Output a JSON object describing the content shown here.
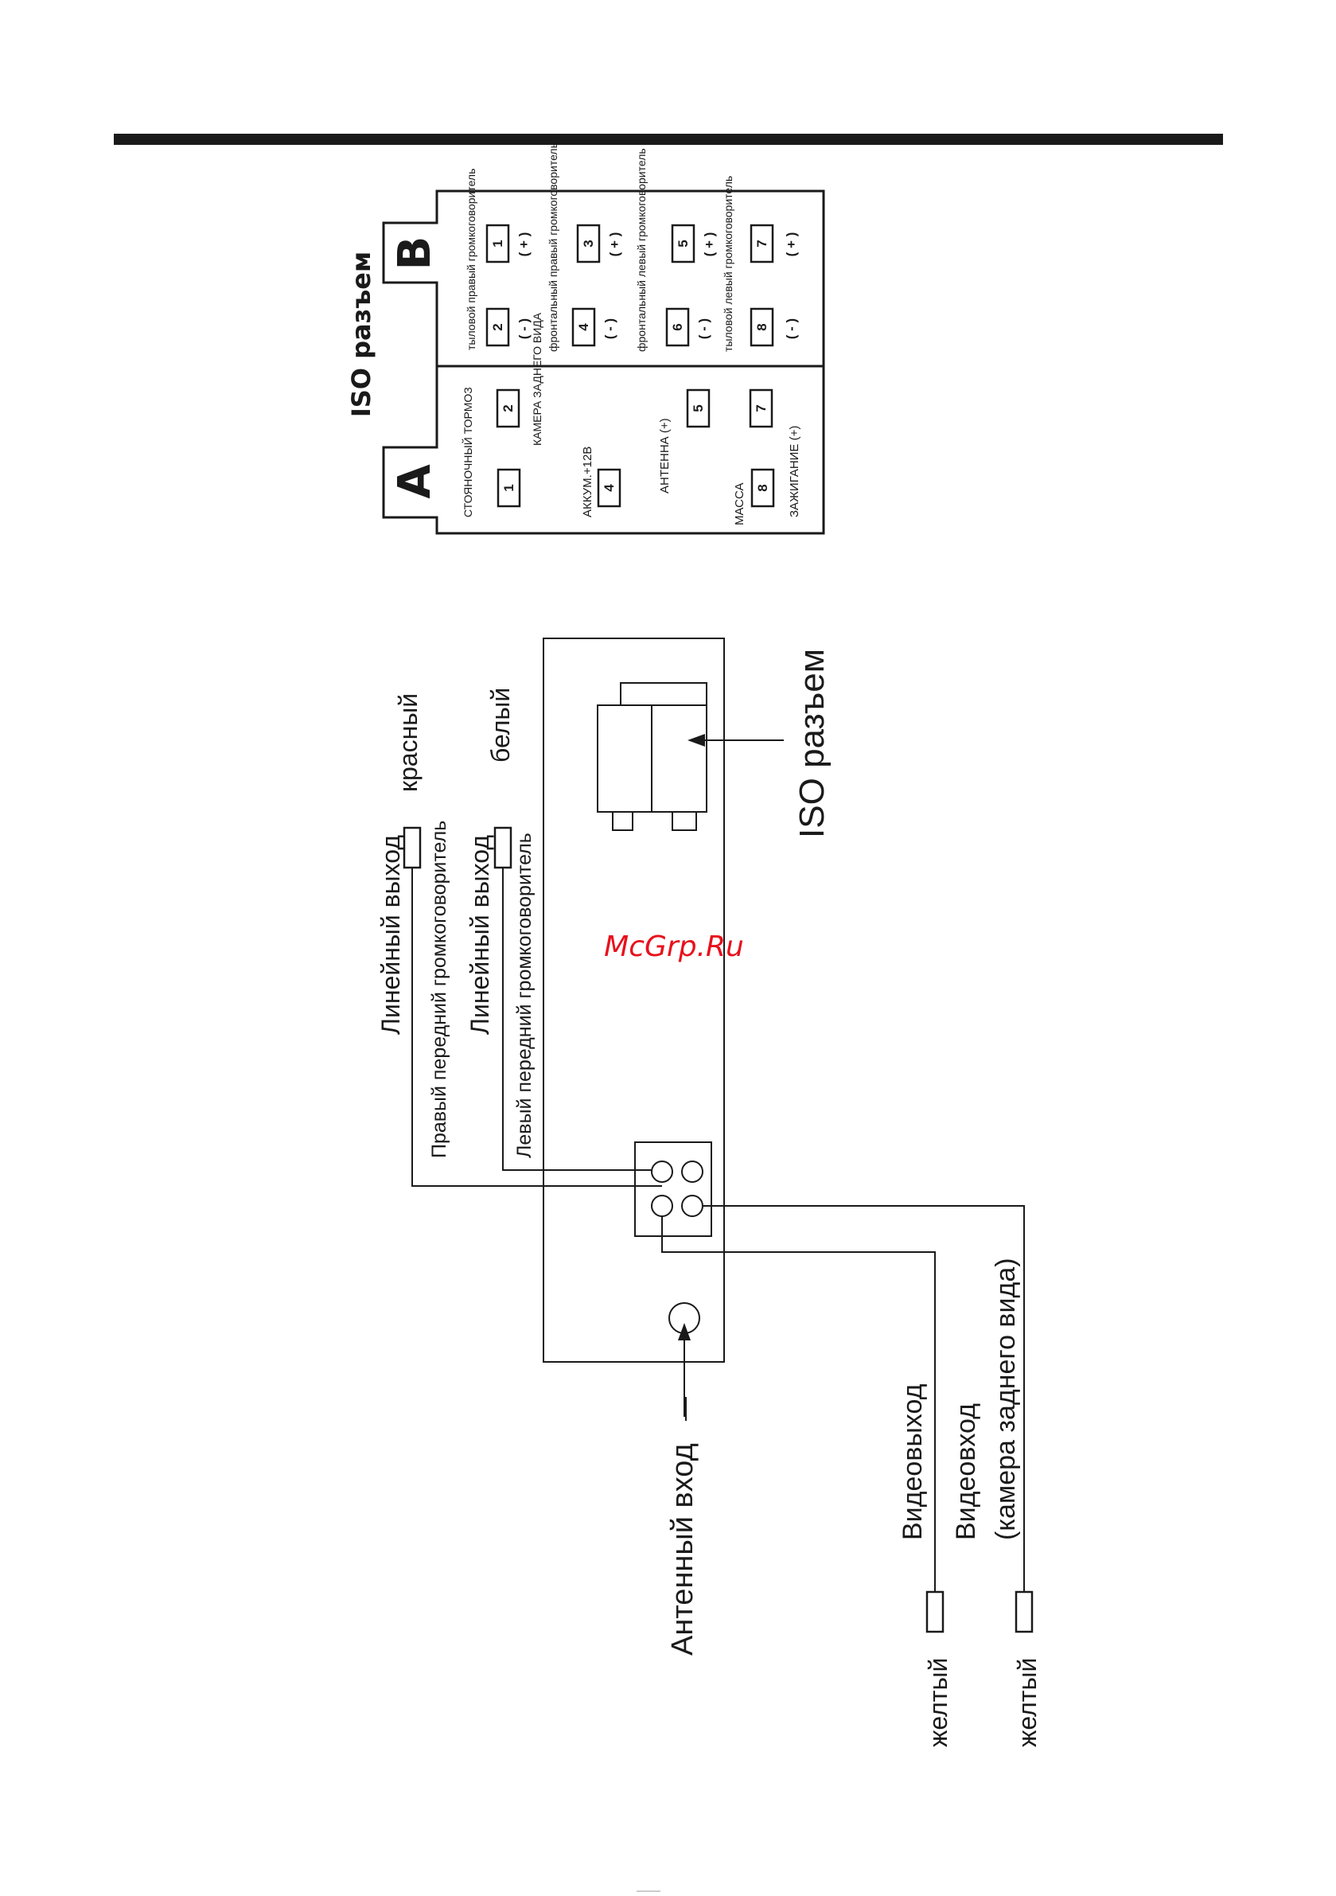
{
  "iso_panel": {
    "title": "ISO разъем",
    "letter_a": "A",
    "letter_b": "B",
    "a_pins": [
      {
        "label": "СТОЯНОЧНЫЙ ТОРМОЗ",
        "num": "1"
      },
      {
        "label": "КАМЕРА ЗАДНЕГО ВИДА",
        "num": "2"
      },
      {
        "label": "АККУМ.+12В",
        "num": "4"
      },
      {
        "label": "АНТЕННА (+)",
        "num": "5"
      },
      {
        "label": "МАССА",
        "num": "8"
      },
      {
        "label": "ЗАЖИГАНИЕ (+)",
        "num": "7"
      }
    ],
    "b_groups": [
      {
        "label": "тыловой правый громкоговоритель",
        "minus_pin": "2",
        "plus_pin": "1"
      },
      {
        "label": "фронтальный правый громкоговоритель",
        "minus_pin": "4",
        "plus_pin": "3"
      },
      {
        "label": "фронтальный левый громкоговоритель",
        "minus_pin": "6",
        "plus_pin": "5"
      },
      {
        "label": "тыловой левый громкоговоритель",
        "minus_pin": "8",
        "plus_pin": "7"
      }
    ],
    "minus_sign": "( - )",
    "plus_sign": "( + )"
  },
  "wiring": {
    "line_out": "Линейный выход",
    "right_front": "Правый передний громкоговоритель",
    "left_front": "Левый передний громкоговоритель",
    "red": "красный",
    "white": "белый",
    "iso_connector": "ISO разъем",
    "antenna_input": "Антенный вход",
    "video_out": "Видеовыход",
    "video_in": "Видеовход",
    "video_in_note": "(камера заднего вида)",
    "yellow": "желтый"
  },
  "watermark": "McGrp.Ru",
  "colors": {
    "ink": "#1a1a1a",
    "watermark": "#e8101c"
  }
}
